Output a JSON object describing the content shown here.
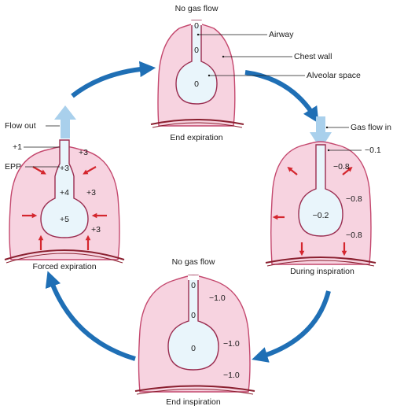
{
  "colors": {
    "lung_fill": "#f7d3e0",
    "lung_stroke": "#c4486e",
    "alveolus_fill": "#e9f5fb",
    "alveolus_stroke": "#9a2d50",
    "cycle_arrow": "#1f6fb5",
    "gas_arrow": "#a9d0ec",
    "force_arrow": "#d4262e",
    "chest_wall": "#8a1f2f"
  },
  "top": {
    "flow": "No gas flow",
    "airway_upper": "0",
    "airway_lower": "0",
    "alveolar": "0",
    "caption": "End expiration",
    "label_airway": "Airway",
    "label_chest_wall": "Chest wall",
    "label_alveolar_space": "Alveolar space"
  },
  "right": {
    "flow": "Gas flow in",
    "airway": "−0.1",
    "pleural": [
      "−0.8",
      "−0.8",
      "−0.8"
    ],
    "alveolar": "−0.2",
    "caption": "During inspiration"
  },
  "bottom": {
    "flow": "No gas flow",
    "airway_upper": "0",
    "airway_lower": "0",
    "alveolar": "0",
    "pleural": [
      "−1.0",
      "−1.0",
      "−1.0"
    ],
    "caption": "End inspiration"
  },
  "left": {
    "flow": "Flow out",
    "mouth": "+1",
    "epp_label": "EPP",
    "airway_values": [
      "+3",
      "+4"
    ],
    "alveolar": "+5",
    "pleural": [
      "+3",
      "+3",
      "+3"
    ],
    "caption": "Forced expiration"
  }
}
